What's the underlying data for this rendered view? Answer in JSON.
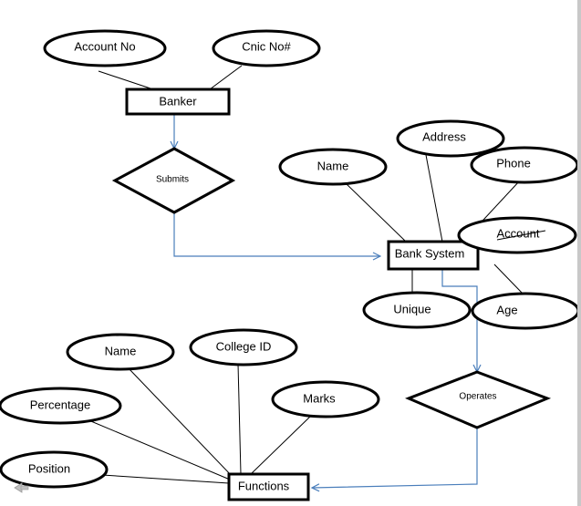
{
  "entities": {
    "banker": "Banker",
    "bank_system": "Bank System",
    "functions": "Functions"
  },
  "relationships": {
    "submits": "Submits",
    "operates": "Operates"
  },
  "attributes": {
    "account_no": "Account No",
    "cnic_no": "Cnic No#",
    "bank_name": "Name",
    "address": "Address",
    "phone": "Phone",
    "account": "Account",
    "unique": "Unique",
    "age": "Age",
    "func_name": "Name",
    "college_id": "College ID",
    "percentage": "Percentage",
    "marks": "Marks",
    "position": "Position"
  },
  "colors": {
    "stroke": "#000000",
    "arrow": "#4a7ebb"
  },
  "icons": {
    "nav_corner": "back-arrow-icon"
  }
}
